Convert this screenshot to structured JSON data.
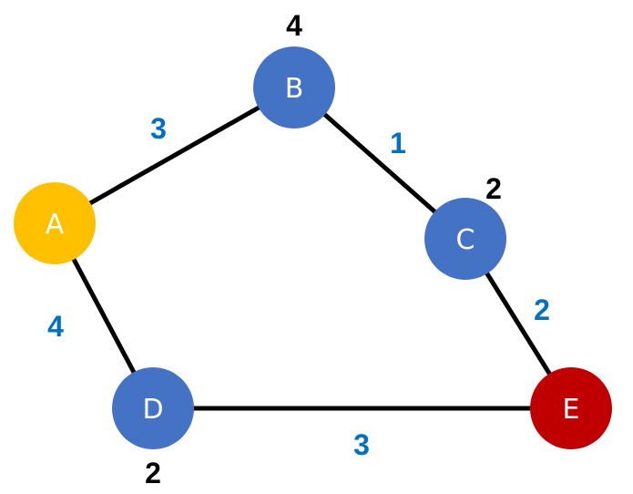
{
  "colors": {
    "default_node": "#4472C4",
    "start_node": "#FFC000",
    "end_node": "#C00000",
    "edge": "#000000",
    "weight": "#0070C0",
    "node_value": "#000000"
  },
  "nodes": [
    {
      "id": "A",
      "label": "A",
      "value": "",
      "role": "start"
    },
    {
      "id": "B",
      "label": "B",
      "value": "4",
      "role": "default"
    },
    {
      "id": "C",
      "label": "C",
      "value": "2",
      "role": "default"
    },
    {
      "id": "D",
      "label": "D",
      "value": "2",
      "role": "default"
    },
    {
      "id": "E",
      "label": "E",
      "value": "",
      "role": "end"
    }
  ],
  "edges": [
    {
      "from": "A",
      "to": "B",
      "weight": "3"
    },
    {
      "from": "B",
      "to": "C",
      "weight": "1"
    },
    {
      "from": "C",
      "to": "E",
      "weight": "2"
    },
    {
      "from": "A",
      "to": "D",
      "weight": "4"
    },
    {
      "from": "D",
      "to": "E",
      "weight": "3"
    }
  ]
}
